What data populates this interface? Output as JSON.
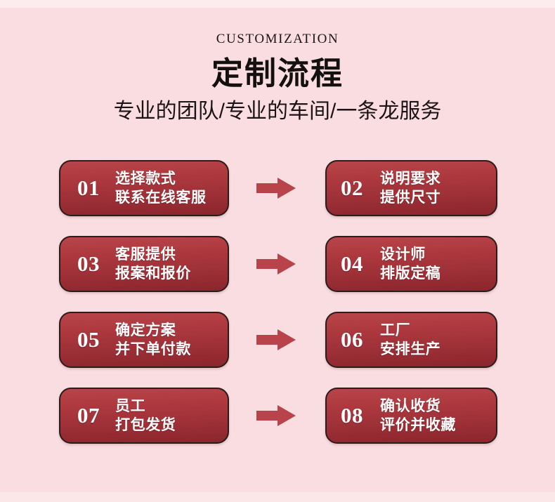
{
  "header": {
    "eyebrow": "CUSTOMIZATION",
    "title": "定制流程",
    "subtitle": "专业的团队/专业的车间/一条龙服务"
  },
  "colors": {
    "background": "#fadde1",
    "background_band": "#fdeced",
    "card_gradient_top": "#b8454a",
    "card_gradient_bottom": "#8b252d",
    "card_border": "#2b1c1c",
    "card_text": "#ffffff",
    "arrow": "#b8434a",
    "heading_text": "#14100f"
  },
  "flow": {
    "arrow_icon": "arrow-right-icon",
    "rows": [
      {
        "arrow": "→",
        "left": {
          "number": "01",
          "line1": "选择款式",
          "line2": "联系在线客服"
        },
        "right": {
          "number": "02",
          "line1": "说明要求",
          "line2": "提供尺寸"
        }
      },
      {
        "arrow": "→",
        "left": {
          "number": "03",
          "line1": "客服提供",
          "line2": "报案和报价"
        },
        "right": {
          "number": "04",
          "line1": "设计师",
          "line2": "排版定稿"
        }
      },
      {
        "arrow": "→",
        "left": {
          "number": "05",
          "line1": "确定方案",
          "line2": "并下单付款"
        },
        "right": {
          "number": "06",
          "line1": "工厂",
          "line2": "安排生产"
        }
      },
      {
        "arrow": "→",
        "left": {
          "number": "07",
          "line1": "员工",
          "line2": "打包发货"
        },
        "right": {
          "number": "08",
          "line1": "确认收货",
          "line2": "评价并收藏"
        }
      }
    ]
  }
}
